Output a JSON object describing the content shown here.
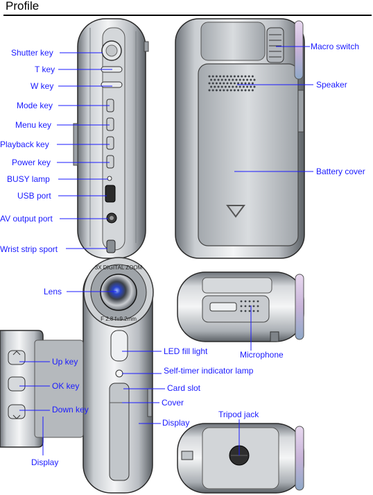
{
  "title": "Profile",
  "colors": {
    "label": "#1a1aff",
    "leader": "#1a1aff",
    "body_light": "#eceef0",
    "body_mid": "#b9bdc2",
    "body_dark": "#5c6166",
    "outline": "#2a2a2a",
    "lens_tint": "#c7b3d8"
  },
  "lens_ring_text": "3X DIGITAL ZOOM",
  "lens_spec_text": "F 2.8 f=9.2mm",
  "labels": {
    "shutter_key": "Shutter key",
    "t_key": "T key",
    "w_key": "W key",
    "mode_key": "Mode key",
    "menu_key": "Menu key",
    "playback_key": "Playback key",
    "power_key": "Power key",
    "busy_lamp": "BUSY lamp",
    "usb_port": "USB port",
    "av_output_port": "AV output port",
    "wrist_strip_sport": "Wrist strip sport",
    "macro_switch": "Macro switch",
    "speaker": "Speaker",
    "battery_cover": "Battery cover",
    "lens": "Lens",
    "led_fill_light": "LED fill light",
    "microphone": "Microphone",
    "self_timer_lamp": "Self-timer indicator lamp",
    "card_slot": "Card slot",
    "cover": "Cover",
    "display_front": "Display",
    "tripod_jack": "Tripod jack",
    "up_key": "Up key",
    "ok_key": "OK key",
    "down_key": "Down key",
    "display_closeup": "Display"
  }
}
